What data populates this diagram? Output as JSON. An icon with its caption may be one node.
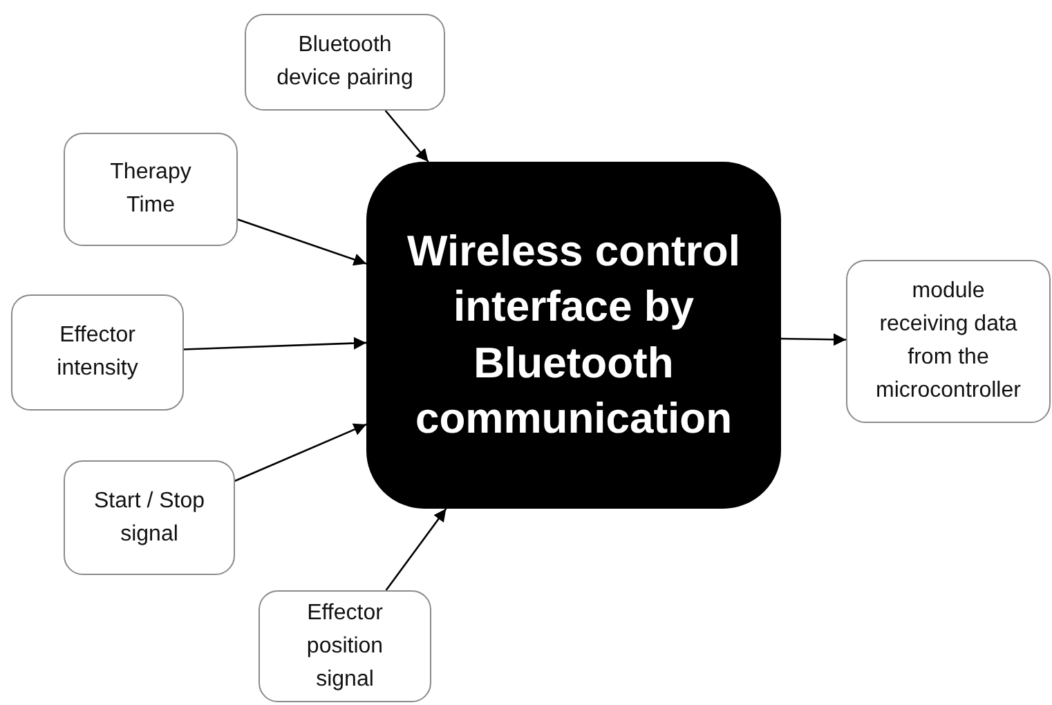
{
  "diagram": {
    "nodes": [
      {
        "text": [
          "Wireless control interface by Bluetooth communication"
        ]
      },
      {
        "text": [
          "Bluetooth device pairing"
        ]
      },
      {
        "text": [
          "Therapy Time"
        ]
      },
      {
        "text": [
          "Effector intensity"
        ]
      },
      {
        "text": [
          "Start / Stop signal"
        ]
      },
      {
        "text": [
          "Effector position signal"
        ]
      },
      {
        "text": [
          "module receiving data from the microcontroller"
        ]
      }
    ],
    "edges": [
      {
        "from": 1,
        "to": 0,
        "arrow": "to"
      },
      {
        "from": 2,
        "to": 0,
        "arrow": "to"
      },
      {
        "from": 3,
        "to": 0,
        "arrow": "to"
      },
      {
        "from": 4,
        "to": 0,
        "arrow": "to"
      },
      {
        "from": 5,
        "to": 0,
        "arrow": "to"
      },
      {
        "from": 0,
        "to": 6,
        "arrow": "to"
      }
    ]
  }
}
